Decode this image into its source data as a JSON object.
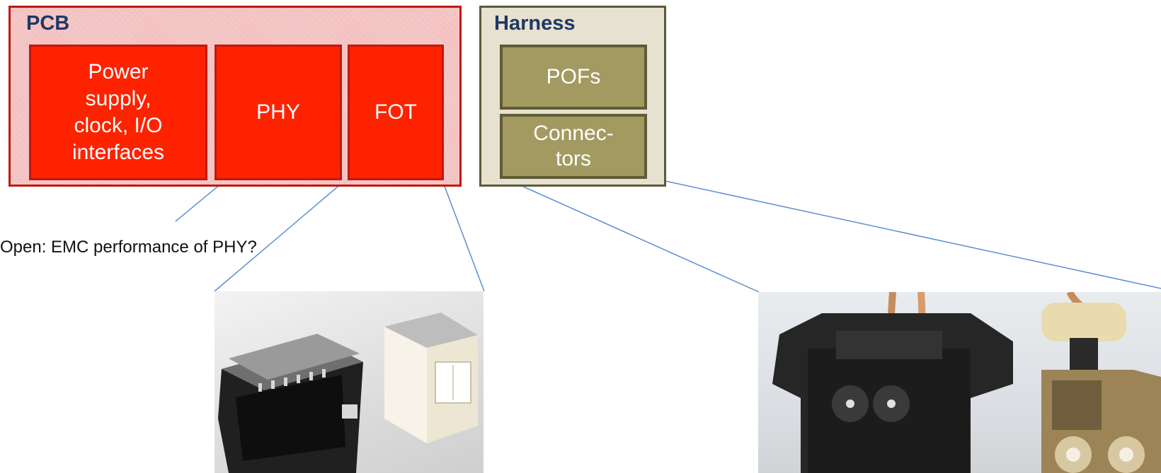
{
  "pcb": {
    "title": "PCB",
    "blocks": [
      {
        "label": "Power supply, clock, I/O interfaces",
        "lines": [
          "Power",
          "supply,",
          "clock, I/O",
          "interfaces"
        ]
      },
      {
        "label": "PHY"
      },
      {
        "label": "FOT"
      }
    ]
  },
  "harness": {
    "title": "Harness",
    "blocks": [
      {
        "label": "POFs"
      },
      {
        "label": "Connec- tors",
        "lines": [
          "Connec-",
          "tors"
        ]
      }
    ]
  },
  "annotation": "Open: EMC performance of PHY?",
  "colors": {
    "pcb_block": "#ff2200",
    "pcb_border": "#c0190f",
    "harness_block": "#a39a61",
    "harness_border": "#5f5b34",
    "title_text": "#1f3864",
    "leader_line": "#5b8fd0"
  },
  "photos": [
    {
      "name": "fot-transceiver-photo"
    },
    {
      "name": "pof-connector-photo"
    }
  ]
}
